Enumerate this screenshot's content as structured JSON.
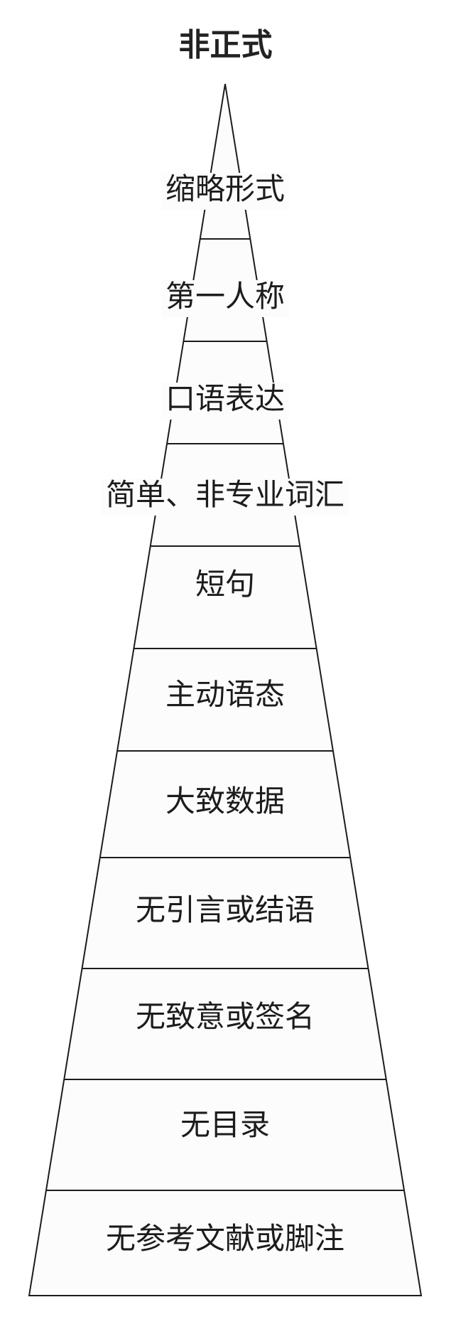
{
  "title": "非正式",
  "tiers": [
    {
      "label": "缩略形式"
    },
    {
      "label": "第一人称"
    },
    {
      "label": "口语表达"
    },
    {
      "label": "简单、非专业词汇"
    },
    {
      "label": "短句"
    },
    {
      "label": "主动语态"
    },
    {
      "label": "大致数据"
    },
    {
      "label": "无引言或结语"
    },
    {
      "label": "无致意或签名"
    },
    {
      "label": "无目录"
    },
    {
      "label": "无参考文献或脚注"
    }
  ],
  "colors": {
    "line": "#1c1c1c",
    "fill": "#fcfcfc",
    "background": "#ffffff"
  }
}
